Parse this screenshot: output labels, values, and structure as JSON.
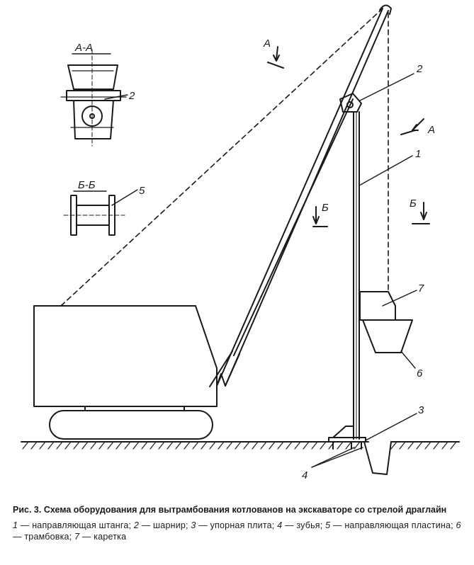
{
  "figure": {
    "section_labels": {
      "aa_title": "А-А",
      "bb_title": "Б-Б",
      "cut_a_left": "А",
      "cut_a_right": "А",
      "cut_b_left": "Б",
      "cut_b_right": "Б"
    },
    "callouts": {
      "guide_rod": "1",
      "hinge": "2",
      "hinge_section": "2",
      "thrust_plate": "3",
      "teeth": "4",
      "guide_plate": "5",
      "rammer": "6",
      "carriage": "7"
    }
  },
  "caption": {
    "title": "Рис. 3. Схема оборудования для вытрамбования котлованов на экскаваторе со стрелой драглайн",
    "legend": [
      {
        "num": "1",
        "text": " — направляющая штанга; "
      },
      {
        "num": "2",
        "text": " — шарнир; "
      },
      {
        "num": "3",
        "text": " — упорная плита; "
      },
      {
        "num": "4",
        "text": " — зубья; "
      },
      {
        "num": "5",
        "text": " — направляющая пластина; "
      },
      {
        "num": "6",
        "text": " — трамбовка; "
      },
      {
        "num": "7",
        "text": " — каретка"
      }
    ]
  }
}
